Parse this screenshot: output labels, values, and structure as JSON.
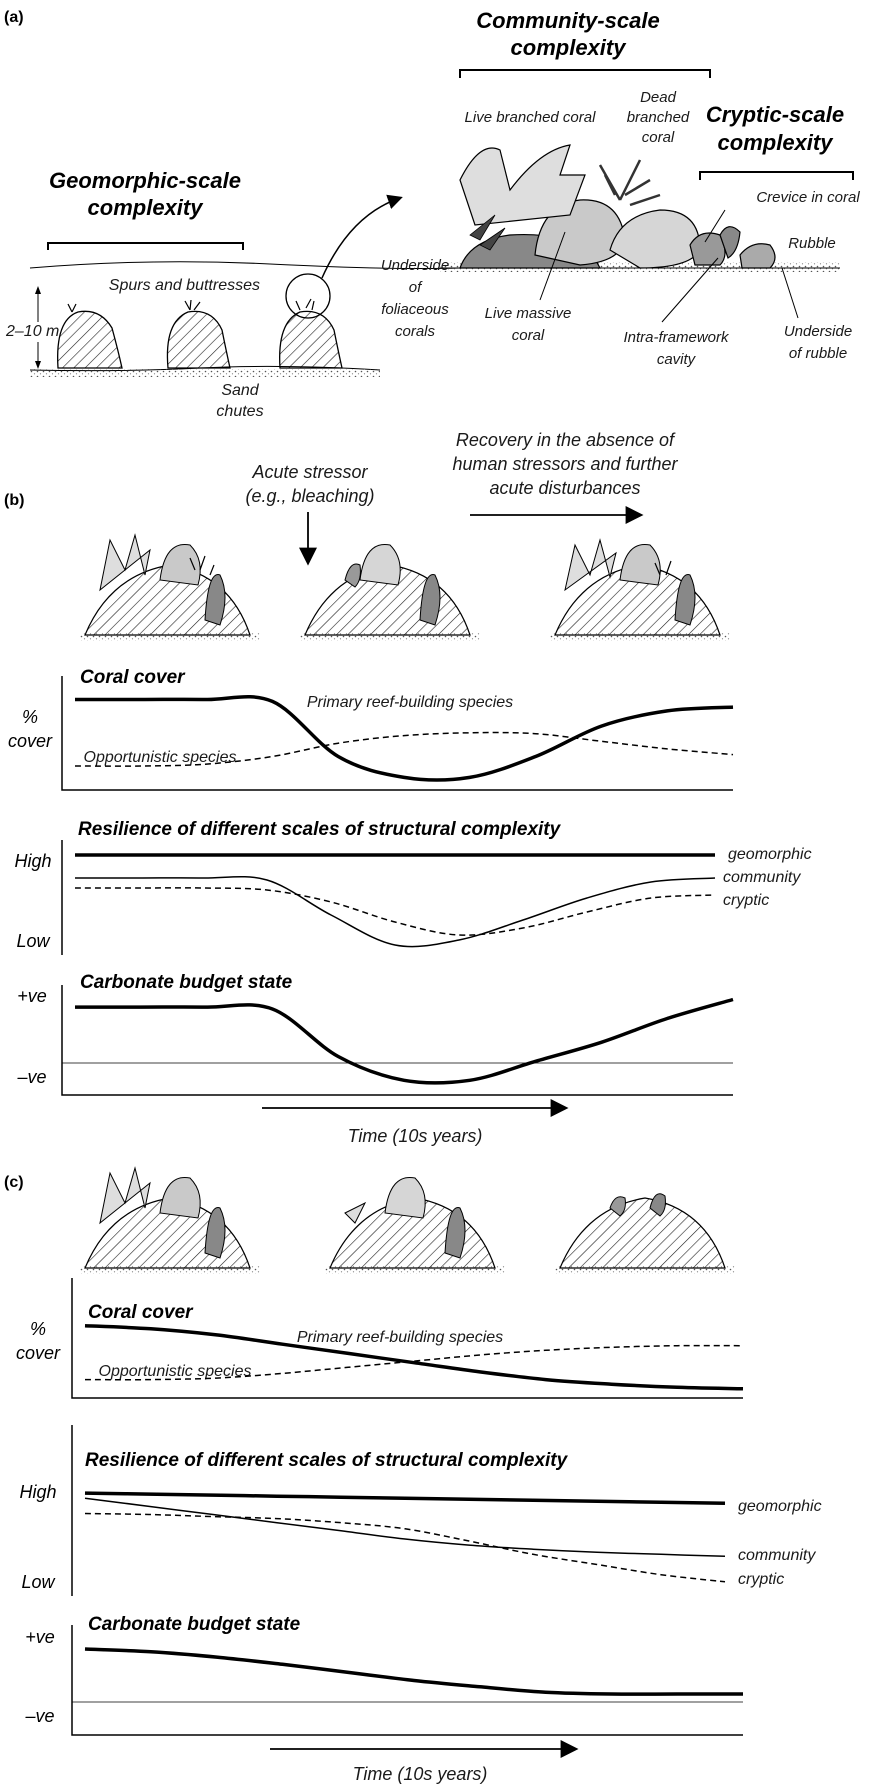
{
  "panel_a": {
    "label": "(a)",
    "community_title_1": "Community-scale",
    "community_title_2": "complexity",
    "cryptic_title_1": "Cryptic-scale",
    "cryptic_title_2": "complexity",
    "geomorphic_title_1": "Geomorphic-scale",
    "geomorphic_title_2": "complexity",
    "live_branched": "Live branched coral",
    "dead_branched_1": "Dead",
    "dead_branched_2": "branched",
    "dead_branched_3": "coral",
    "crevice": "Crevice in coral",
    "rubble": "Rubble",
    "underside_fol_1": "Underside",
    "underside_fol_2": "of",
    "underside_fol_3": "foliaceous",
    "underside_fol_4": "corals",
    "live_massive_1": "Live massive",
    "live_massive_2": "coral",
    "intra_1": "Intra-framework",
    "intra_2": "cavity",
    "underside_rub_1": "Underside",
    "underside_rub_2": "of rubble",
    "spurs": "Spurs and buttresses",
    "height": "2–10 m",
    "sand_1": "Sand",
    "sand_2": "chutes"
  },
  "panel_b": {
    "label": "(b)",
    "acute_1": "Acute stressor",
    "acute_2": "(e.g., bleaching)",
    "recovery_1": "Recovery in the absence of",
    "recovery_2": "human stressors and further",
    "recovery_3": "acute disturbances",
    "time_label": "Time (10s years)"
  },
  "panel_c": {
    "label": "(c)",
    "time_label": "Time (10s years)"
  },
  "common": {
    "coral_cover_title": "Coral cover",
    "primary_label": "Primary reef-building species",
    "opportunistic_label": "Opportunistic species",
    "pct": "%",
    "cover": "cover",
    "resilience_title": "Resilience of different scales of structural complexity",
    "high": "High",
    "low": "Low",
    "geomorphic": "geomorphic",
    "community": "community",
    "cryptic": "cryptic",
    "carbonate_title": "Carbonate budget state",
    "plus_ve": "+ve",
    "minus_ve": "–ve"
  },
  "chart_data": [
    {
      "type": "line",
      "panel": "b",
      "title": "Coral cover",
      "ylabel": "% cover",
      "series": [
        {
          "name": "Primary reef-building species",
          "y": [
            0.9,
            0.9,
            0.9,
            0.88,
            0.3,
            0.08,
            0.08,
            0.3,
            0.62,
            0.78,
            0.82
          ]
        },
        {
          "name": "Opportunistic species",
          "y": [
            0.2,
            0.2,
            0.22,
            0.3,
            0.44,
            0.52,
            0.55,
            0.54,
            0.46,
            0.38,
            0.32
          ]
        }
      ]
    },
    {
      "type": "line",
      "panel": "b",
      "title": "Resilience of different scales of structural complexity",
      "ylabel": "High / Low",
      "series": [
        {
          "name": "geomorphic",
          "y": [
            0.95,
            0.95,
            0.95,
            0.95,
            0.95,
            0.95,
            0.95,
            0.95,
            0.95,
            0.95,
            0.95
          ]
        },
        {
          "name": "community",
          "y": [
            0.72,
            0.72,
            0.72,
            0.7,
            0.35,
            0.05,
            0.1,
            0.3,
            0.52,
            0.68,
            0.72
          ]
        },
        {
          "name": "cryptic",
          "y": [
            0.62,
            0.62,
            0.62,
            0.6,
            0.48,
            0.28,
            0.15,
            0.22,
            0.38,
            0.52,
            0.55
          ]
        }
      ]
    },
    {
      "type": "line",
      "panel": "b",
      "title": "Carbonate budget state",
      "ylabel": "+ve / –ve",
      "series": [
        {
          "name": "",
          "y": [
            0.82,
            0.82,
            0.82,
            0.8,
            0.3,
            0.05,
            0.05,
            0.25,
            0.45,
            0.7,
            0.9
          ]
        }
      ]
    },
    {
      "type": "line",
      "panel": "c",
      "title": "Coral cover",
      "ylabel": "% cover",
      "series": [
        {
          "name": "Primary reef-building species",
          "y": [
            0.9,
            0.86,
            0.78,
            0.66,
            0.54,
            0.42,
            0.3,
            0.2,
            0.14,
            0.1,
            0.08
          ]
        },
        {
          "name": "Opportunistic species",
          "y": [
            0.2,
            0.2,
            0.22,
            0.28,
            0.36,
            0.44,
            0.52,
            0.58,
            0.62,
            0.64,
            0.64
          ]
        }
      ]
    },
    {
      "type": "line",
      "panel": "c",
      "title": "Resilience of different scales of structural complexity",
      "ylabel": "High / Low",
      "series": [
        {
          "name": "geomorphic",
          "y": [
            0.95,
            0.94,
            0.93,
            0.92,
            0.91,
            0.9,
            0.89,
            0.88,
            0.87,
            0.86,
            0.85
          ]
        },
        {
          "name": "community",
          "y": [
            0.9,
            0.82,
            0.74,
            0.66,
            0.58,
            0.5,
            0.44,
            0.4,
            0.37,
            0.35,
            0.33
          ]
        },
        {
          "name": "cryptic",
          "y": [
            0.75,
            0.74,
            0.72,
            0.7,
            0.66,
            0.6,
            0.48,
            0.35,
            0.25,
            0.15,
            0.08
          ]
        }
      ]
    },
    {
      "type": "line",
      "panel": "c",
      "title": "Carbonate budget state",
      "ylabel": "+ve / –ve",
      "series": [
        {
          "name": "",
          "y": [
            0.9,
            0.87,
            0.81,
            0.73,
            0.64,
            0.55,
            0.48,
            0.42,
            0.4,
            0.4,
            0.4
          ]
        }
      ]
    }
  ]
}
